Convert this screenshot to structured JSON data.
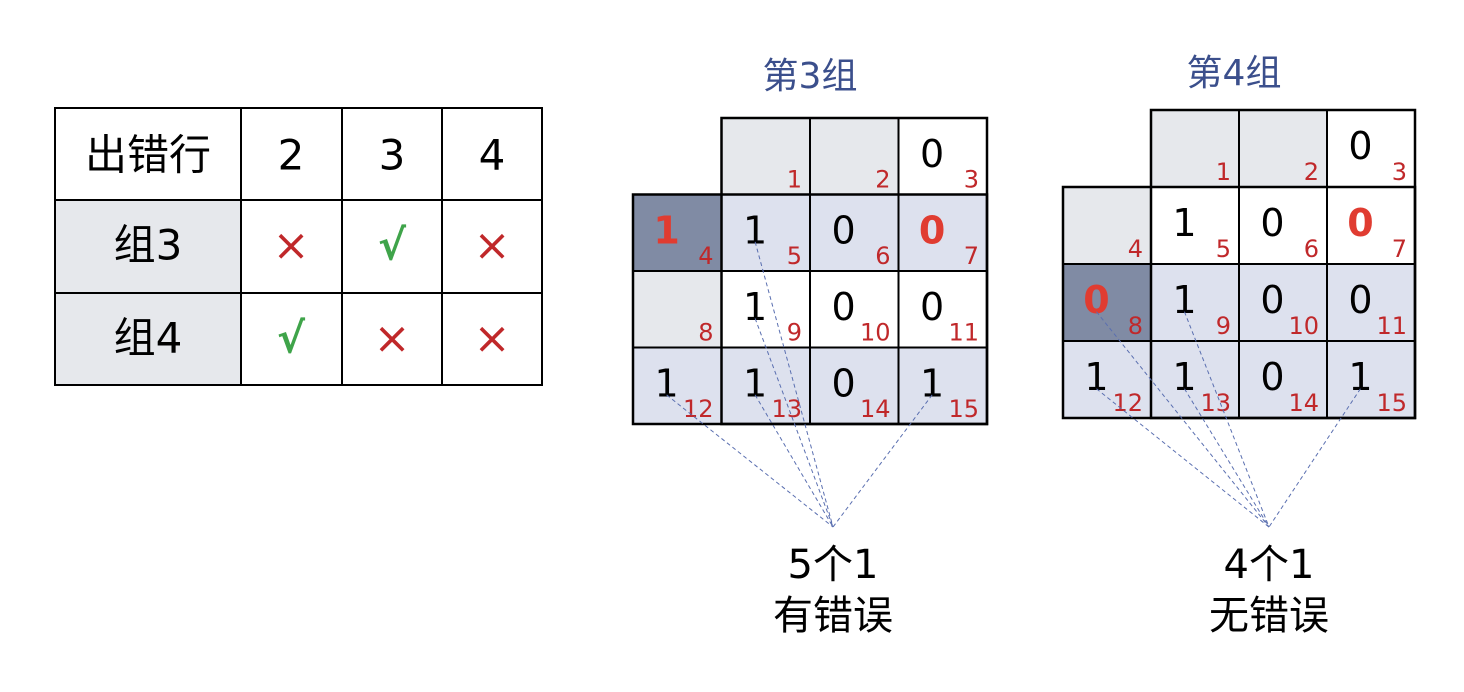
{
  "table": {
    "header": [
      "出错行",
      "2",
      "3",
      "4"
    ],
    "rows": [
      {
        "label": "组3",
        "marks": [
          "×",
          "√",
          "×"
        ]
      },
      {
        "label": "组4",
        "marks": [
          "√",
          "×",
          "×"
        ]
      }
    ]
  },
  "grids": [
    {
      "title": "第3组",
      "cells": [
        {
          "index": "1",
          "value": "",
          "style": "empty"
        },
        {
          "index": "2",
          "value": "",
          "style": "empty"
        },
        {
          "index": "3",
          "value": "0",
          "style": "white"
        },
        {
          "index": "4",
          "value": "1",
          "style": "dark-red"
        },
        {
          "index": "5",
          "value": "1",
          "style": "blue"
        },
        {
          "index": "6",
          "value": "0",
          "style": "blue"
        },
        {
          "index": "7",
          "value": "0",
          "style": "blue-red"
        },
        {
          "index": "8",
          "value": "",
          "style": "empty"
        },
        {
          "index": "9",
          "value": "1",
          "style": "white"
        },
        {
          "index": "10",
          "value": "0",
          "style": "white"
        },
        {
          "index": "11",
          "value": "0",
          "style": "white"
        },
        {
          "index": "12",
          "value": "1",
          "style": "blue"
        },
        {
          "index": "13",
          "value": "1",
          "style": "blue"
        },
        {
          "index": "14",
          "value": "0",
          "style": "blue"
        },
        {
          "index": "15",
          "value": "1",
          "style": "blue"
        }
      ],
      "summary_line1": "5个1",
      "summary_line2": "有错误"
    },
    {
      "title": "第4组",
      "cells": [
        {
          "index": "1",
          "value": "",
          "style": "empty"
        },
        {
          "index": "2",
          "value": "",
          "style": "empty"
        },
        {
          "index": "3",
          "value": "0",
          "style": "white"
        },
        {
          "index": "4",
          "value": "",
          "style": "empty"
        },
        {
          "index": "5",
          "value": "1",
          "style": "white"
        },
        {
          "index": "6",
          "value": "0",
          "style": "white"
        },
        {
          "index": "7",
          "value": "0",
          "style": "white-red"
        },
        {
          "index": "8",
          "value": "0",
          "style": "dark-red"
        },
        {
          "index": "9",
          "value": "1",
          "style": "blue"
        },
        {
          "index": "10",
          "value": "0",
          "style": "blue"
        },
        {
          "index": "11",
          "value": "0",
          "style": "blue"
        },
        {
          "index": "12",
          "value": "1",
          "style": "blue"
        },
        {
          "index": "13",
          "value": "1",
          "style": "blue"
        },
        {
          "index": "14",
          "value": "0",
          "style": "blue"
        },
        {
          "index": "15",
          "value": "1",
          "style": "blue"
        }
      ],
      "summary_line1": "4个1",
      "summary_line2": "无错误"
    }
  ],
  "colors": {
    "cell_empty": "#e6e8ec",
    "cell_blue": "#dde1ee",
    "cell_dark": "#808ba4",
    "cell_white": "#ffffff",
    "index_red": "#c0282a",
    "value_red": "#e03c31",
    "check_green": "#3fa44a",
    "cross_red": "#c0282a",
    "title_blue": "#3b4f8c",
    "table_shade": "#e6e8ec",
    "connector": "#5a6fb0"
  }
}
